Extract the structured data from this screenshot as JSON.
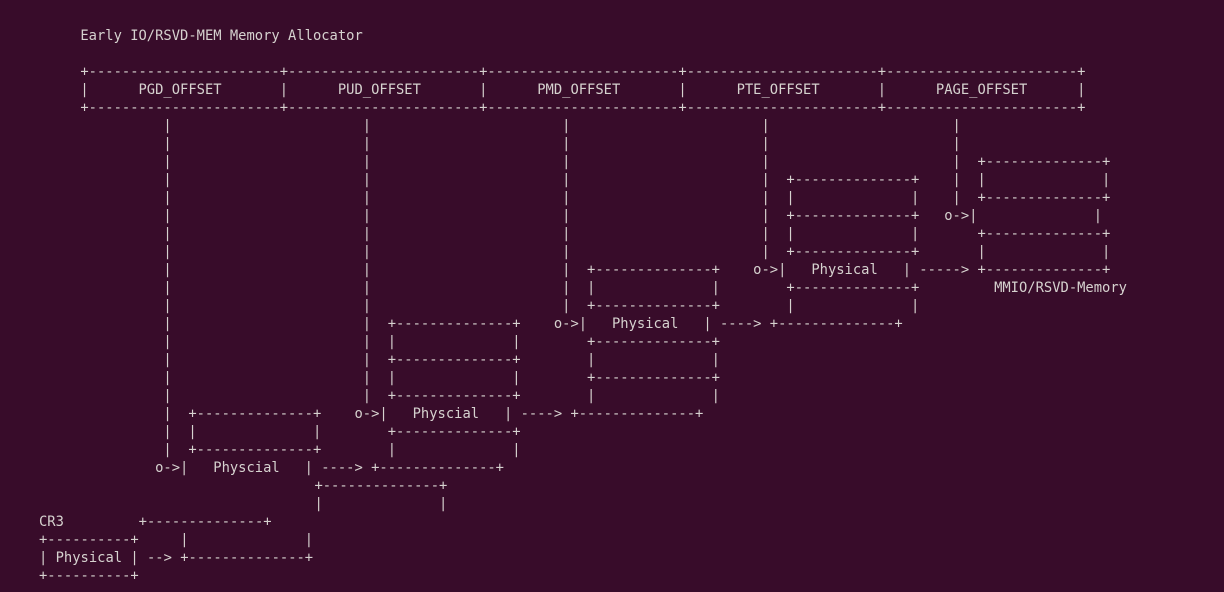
{
  "title": "Early IO/RSVD-MEM Memory Allocator",
  "theme": {
    "background": "#380c2a",
    "foreground": "#d6d2cf"
  },
  "lines": [
    "",
    "Early IO/RSVD-MEM Memory Allocator",
    "",
    "+-----------------------+-----------------------+-----------------------+-----------------------+-----------------------+",
    "|      PGD_OFFSET       |      PUD_OFFSET       |      PMD_OFFSET       |      PTE_OFFSET       |      PAGE_OFFSET      |",
    "+-----------------------+-----------------------+-----------------------+-----------------------+-----------------------+",
    "          |                       |                       |                       |                      |",
    "          |                       |                       |                       |                      |",
    "          |                       |                       |                       |                      |  +--------------+",
    "          |                       |                       |                       |  +--------------+    |  |              |",
    "          |                       |                       |                       |  |              |    |  +--------------+",
    "          |                       |                       |                       |  +--------------+   o->|              |",
    "          |                       |                       |                       |  |              |       +--------------+",
    "          |                       |                       |                       |  +--------------+       |              |",
    "          |                       |                       |  +--------------+    o->|   Physical   | -----> +--------------+",
    "          |                       |                       |  |              |        +--------------+         MMIO/RSVD-Memory",
    "          |                       |                       |  +--------------+        |              |",
    "          |                       |  +--------------+    o->|   Physical   | ----> +--------------+",
    "          |                       |  |              |        +--------------+",
    "          |                       |  +--------------+        |              |",
    "          |                       |  |              |        +--------------+",
    "          |                       |  +--------------+        |              |",
    "          |  +--------------+    o->|   Physcial   | ----> +--------------+",
    "          |  |              |        +--------------+",
    "          |  +--------------+        |              |",
    "         o->|   Physcial   | ----> +--------------+",
    "            +--------------+",
    "            |              |",
    "CR3         +--------------+",
    "+----------+     |              |",
    "| Physical | --> +--------------+",
    "+----------+",
    ""
  ],
  "line_columns": [
    0,
    4,
    0,
    4,
    4,
    4,
    4,
    4,
    4,
    4,
    4,
    4,
    4,
    4,
    4,
    4,
    4,
    4,
    4,
    4,
    4,
    4,
    4,
    4,
    4,
    4,
    17,
    17,
    0,
    0,
    0,
    0,
    0
  ]
}
